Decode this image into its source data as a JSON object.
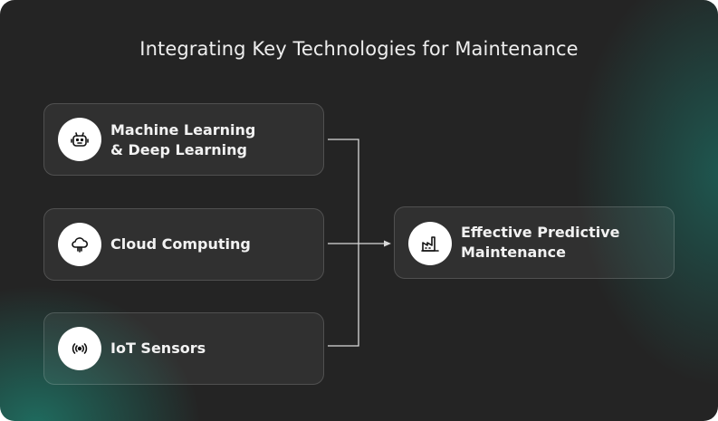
{
  "title": "Integrating Key Technologies for Maintenance",
  "inputs": [
    {
      "id": "ml",
      "lines": [
        "Machine Learning",
        "& Deep Learning"
      ],
      "icon": "robot-icon"
    },
    {
      "id": "cloud",
      "lines": [
        "Cloud Computing"
      ],
      "icon": "cloud-icon"
    },
    {
      "id": "iot",
      "lines": [
        "IoT Sensors"
      ],
      "icon": "signal-icon"
    }
  ],
  "output": {
    "lines": [
      "Effective Predictive",
      "Maintenance"
    ],
    "icon": "factory-icon"
  }
}
